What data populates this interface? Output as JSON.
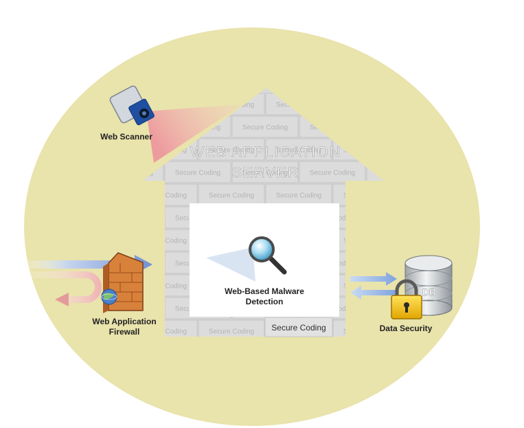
{
  "title_line1": "WEB APPLICATION",
  "title_line2": "SERVER",
  "brick_label": "Secure Coding",
  "brick_label_highlight": "Secure Coding",
  "center_label_line1": "Web-Based Malware",
  "center_label_line2": "Detection",
  "scanner_label": "Web Scanner",
  "firewall_label_line1": "Web Application",
  "firewall_label_line2": "Firewall",
  "security_label": "Data Security",
  "db_label": "DB",
  "colors": {
    "circle": "#e9e3ac",
    "brick": "#d8d8d8",
    "brick_border": "#c6c6c6",
    "inner": "#ffffff",
    "title_text": "#ffffff",
    "in_arrow": "#8aa8dc",
    "out_arrow": "#e49a9a",
    "beam": "#f3a6b0"
  },
  "icons": [
    "camera-icon",
    "magnifier-icon",
    "firewall-icon",
    "globe-icon",
    "database-icon",
    "padlock-icon"
  ]
}
